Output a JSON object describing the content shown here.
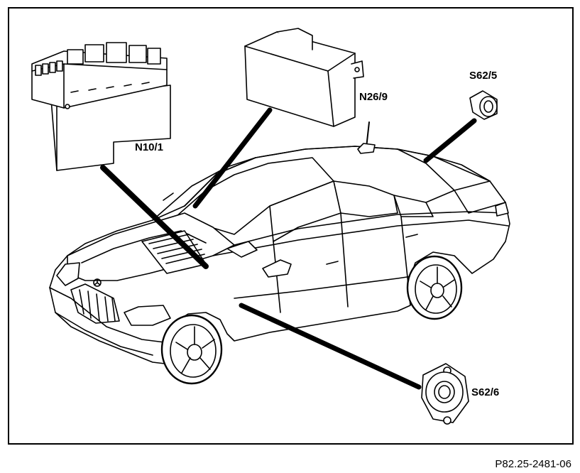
{
  "labels": {
    "n10_1": "N10/1",
    "n26_9": "N26/9",
    "s62_5": "S62/5",
    "s62_6": "S62/6"
  },
  "reference": "P82.25-2481-06",
  "colors": {
    "line": "#000000",
    "background": "#ffffff"
  }
}
